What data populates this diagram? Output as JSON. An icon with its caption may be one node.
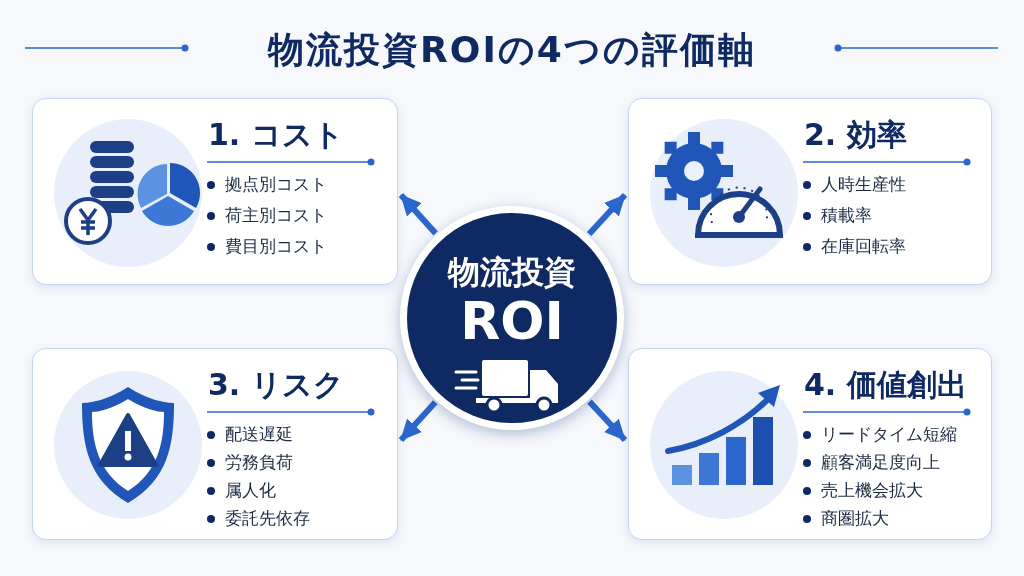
{
  "diagram": {
    "title": "物流投資ROIの4つの評価軸",
    "nodes": [
      {
        "text": [
          "物流投資",
          "ROI"
        ]
      },
      {
        "text": [
          "1. コスト",
          "拠点別コスト",
          "荷主別コスト",
          "費目別コスト"
        ]
      },
      {
        "text": [
          "2. 効率",
          "人時生産性",
          "積載率",
          "在庫回転率"
        ]
      },
      {
        "text": [
          "3. リスク",
          "配送遅延",
          "労務負荷",
          "属人化",
          "委託先依存"
        ]
      },
      {
        "text": [
          "4. 価値創出",
          "リードタイム短縮",
          "顧客満足度向上",
          "売上機会拡大",
          "商圏拡大"
        ]
      }
    ],
    "edges": [
      {
        "from": 0,
        "to": 1,
        "arrow": "to"
      },
      {
        "from": 0,
        "to": 2,
        "arrow": "to"
      },
      {
        "from": 0,
        "to": 3,
        "arrow": "to"
      },
      {
        "from": 0,
        "to": 4,
        "arrow": "to"
      }
    ]
  }
}
